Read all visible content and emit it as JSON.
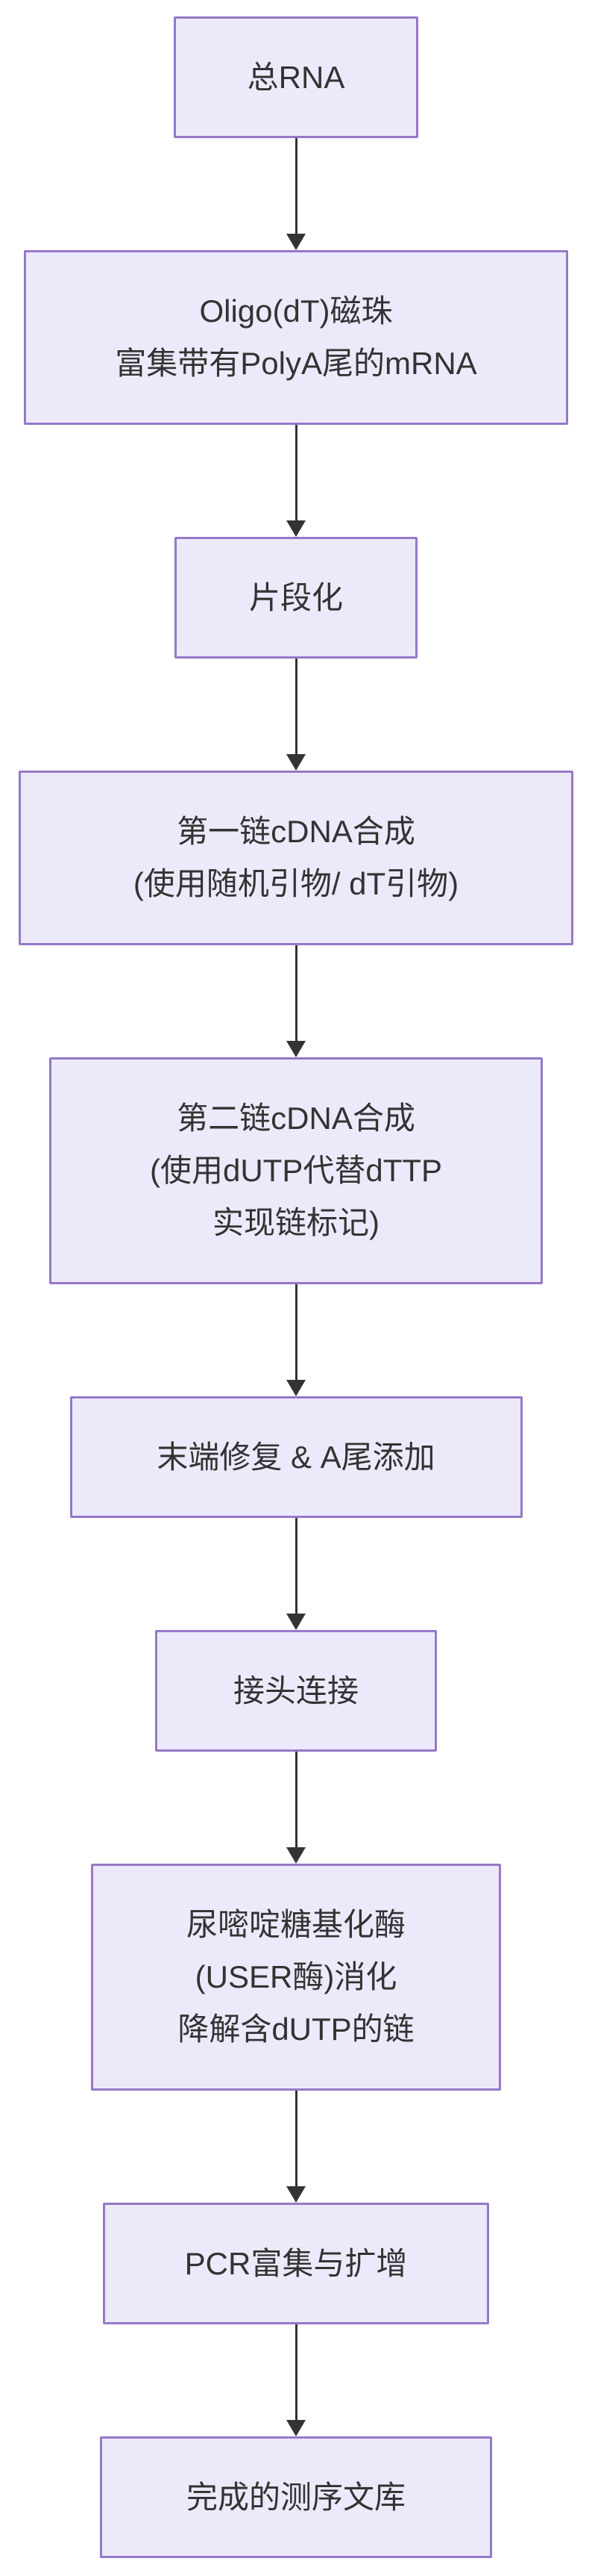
{
  "colors": {
    "background": "#ffffff",
    "node_fill": "#eceafa",
    "node_border": "#9678c8",
    "text": "#333333",
    "arrow": "#333333"
  },
  "nodes": [
    {
      "lines": [
        "总RNA"
      ]
    },
    {
      "lines": [
        "Oligo(dT)磁珠",
        "富集带有PolyA尾的mRNA"
      ]
    },
    {
      "lines": [
        "片段化"
      ]
    },
    {
      "lines": [
        "第一链cDNA合成",
        "(使用随机引物/ dT引物)"
      ]
    },
    {
      "lines": [
        "第二链cDNA合成",
        "(使用dUTP代替dTTP",
        "实现链标记)"
      ]
    },
    {
      "lines": [
        "末端修复 & A尾添加"
      ]
    },
    {
      "lines": [
        "接头连接"
      ]
    },
    {
      "lines": [
        "尿嘧啶糖基化酶",
        "(USER酶)消化",
        "降解含dUTP的链"
      ]
    },
    {
      "lines": [
        "PCR富集与扩增"
      ]
    },
    {
      "lines": [
        "完成的测序文库"
      ]
    }
  ]
}
